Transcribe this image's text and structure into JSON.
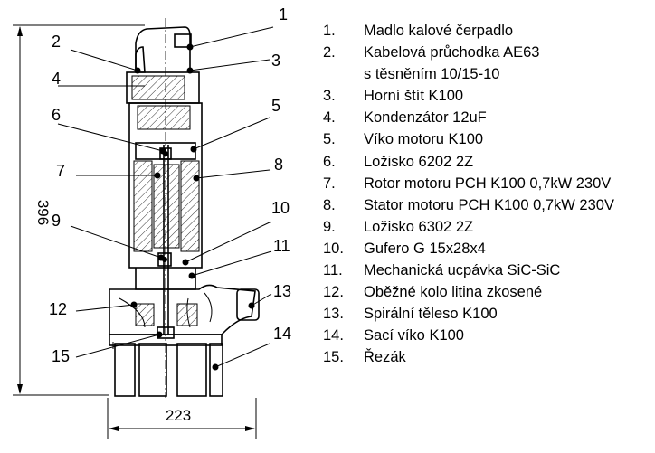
{
  "callouts": [
    "1",
    "2",
    "3",
    "4",
    "5",
    "6",
    "7",
    "8",
    "9",
    "10",
    "11",
    "12",
    "13",
    "14",
    "15"
  ],
  "dimensions": {
    "height": "396",
    "width": "223"
  },
  "legend": [
    {
      "num": "1.",
      "text": "Madlo kalové čerpadlo"
    },
    {
      "num": "2.",
      "text": "Kabelová průchodka AE63",
      "cont": "s těsněním 10/15-10"
    },
    {
      "num": "3.",
      "text": "Horní štít K100"
    },
    {
      "num": "4.",
      "text": "Kondenzátor 12uF"
    },
    {
      "num": "5.",
      "text": "Víko motoru K100"
    },
    {
      "num": "6.",
      "text": "Ložisko 6202 2Z"
    },
    {
      "num": "7.",
      "text": "Rotor motoru PCH K100 0,7kW 230V"
    },
    {
      "num": "8.",
      "text": "Stator motoru PCH K100 0,7kW 230V"
    },
    {
      "num": "9.",
      "text": "Ložisko 6302 2Z"
    },
    {
      "num": "10.",
      "text": "Gufero G 15x28x4"
    },
    {
      "num": "11.",
      "text": "Mechanická ucpávka SiC-SiC"
    },
    {
      "num": "12.",
      "text": "Oběžné kolo litina zkosené"
    },
    {
      "num": "13.",
      "text": "Spirální těleso K100"
    },
    {
      "num": "14.",
      "text": "Sací víko K100"
    },
    {
      "num": "15.",
      "text": "Řezák"
    }
  ]
}
